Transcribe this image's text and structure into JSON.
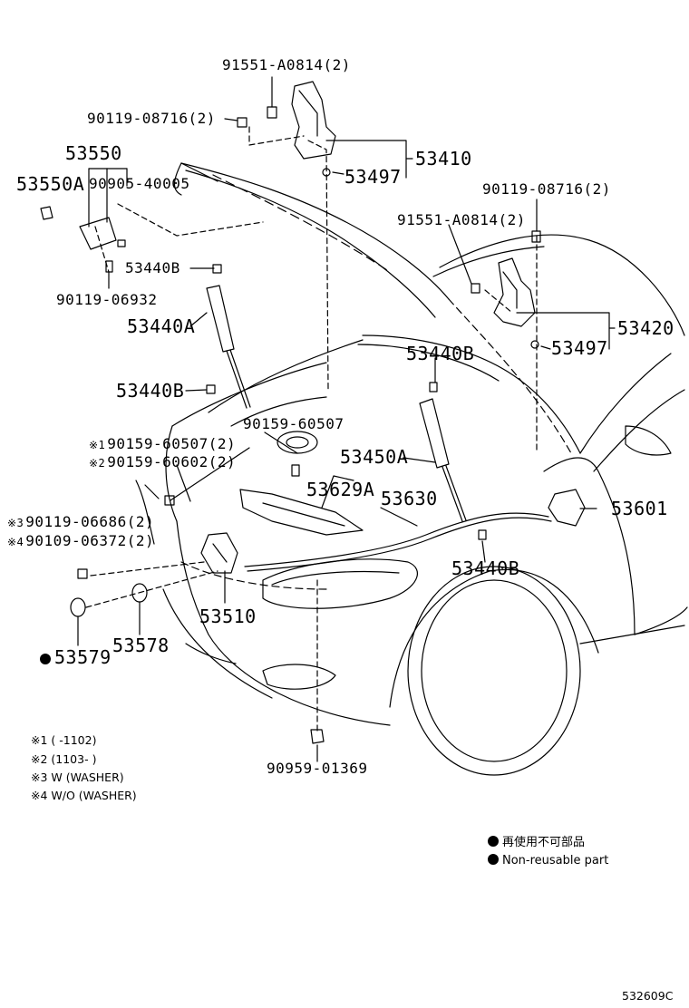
{
  "labels": {
    "p91551_top": "91551-A0814(2)",
    "p90119_top": "90119-08716(2)",
    "p53550": "53550",
    "p53550a": "53550A",
    "p90905": "90905-40005",
    "p53410": "53410",
    "p53497_top": "53497",
    "p90119_right": "90119-08716(2)",
    "p91551_right": "91551-A0814(2)",
    "p53440b_1": "53440B",
    "p90119_06932": "90119-06932",
    "p53440a": "53440A",
    "p53420": "53420",
    "p53497_right": "53497",
    "p53440b_2": "53440B",
    "p53440b_3": "53440B",
    "p90159_60507": "90159-60507",
    "p53450a": "53450A",
    "p90159_60507_2": "90159-60507(2)",
    "p90159_60602_2": "90159-60602(2)",
    "p53629a": "53629A",
    "p53630": "53630",
    "p53601": "53601",
    "p90119_06686": "90119-06686(2)",
    "p90109_06372": "90109-06372(2)",
    "p53440b_4": "53440B",
    "p53510": "53510",
    "p53578": "53578",
    "p53579": "53579",
    "p90959": "90959-01369"
  },
  "marks": {
    "m1": "※1",
    "m2": "※2",
    "m3": "※3",
    "m4": "※4"
  },
  "footnotes": [
    "※1 (       -1102)",
    "※2 (1103-       )",
    "※3 W (WASHER)",
    "※4 W/O (WASHER)"
  ],
  "legend": {
    "jp": "再使用不可部品",
    "en": "Non-reusable part"
  },
  "code": "532609C"
}
